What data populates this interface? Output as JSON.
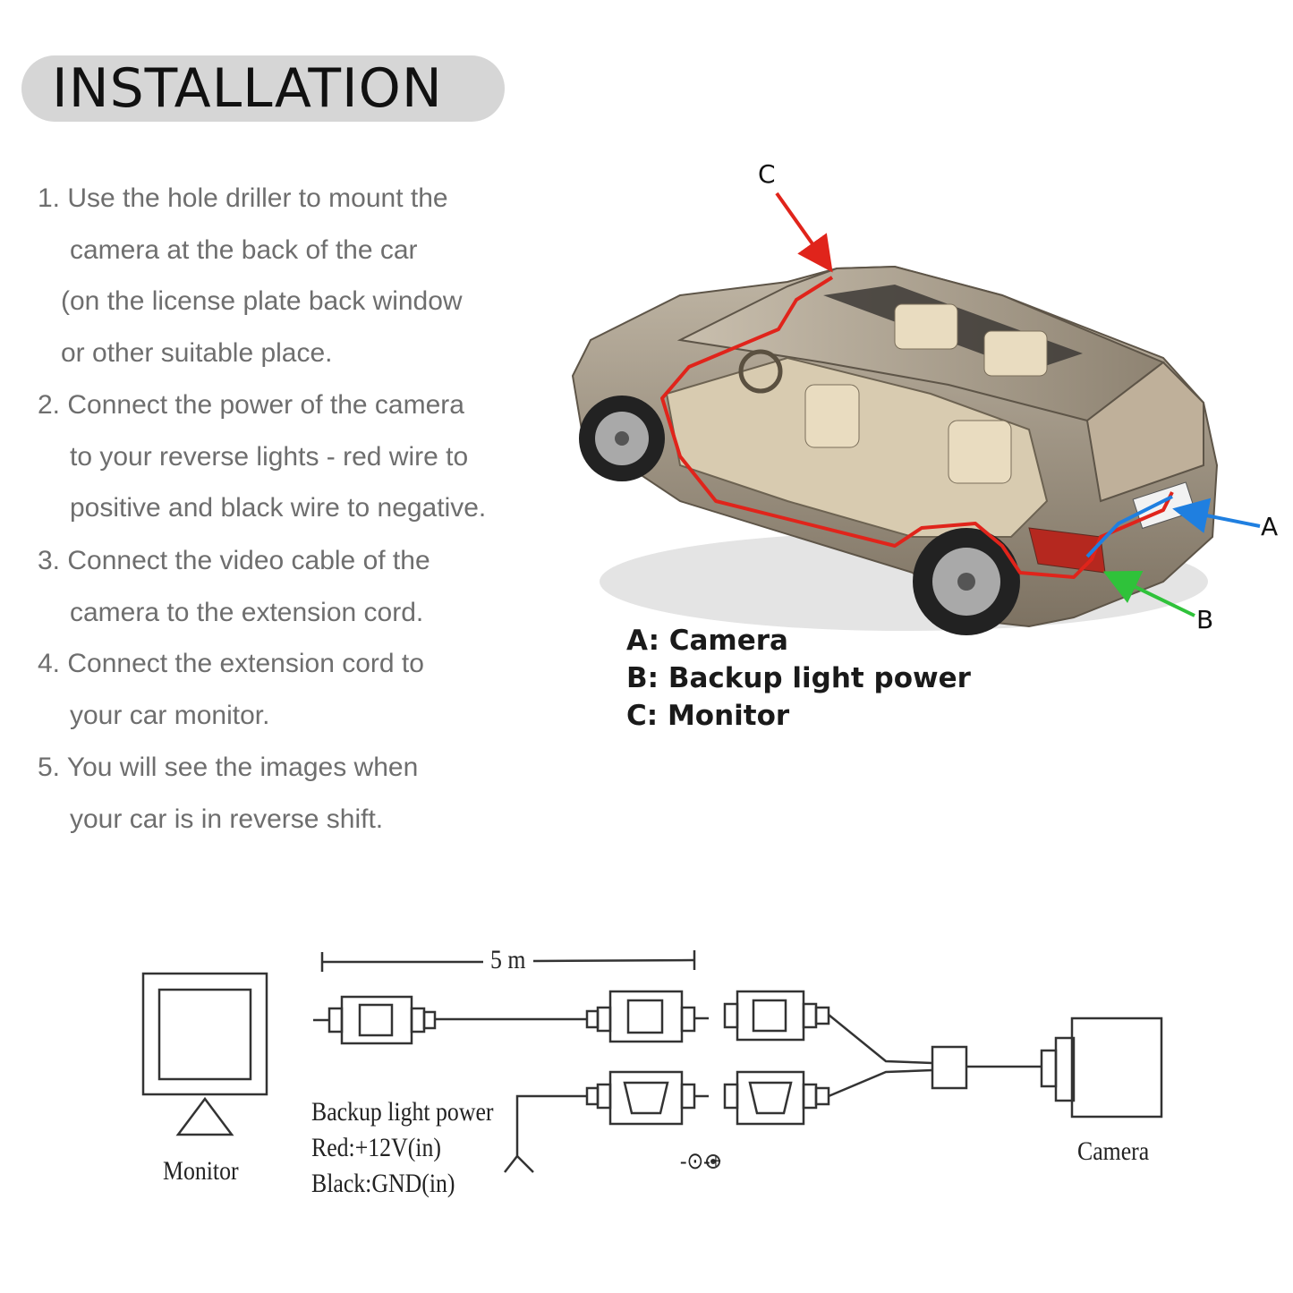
{
  "header": {
    "title": "INSTALLATION"
  },
  "steps": [
    "1. Use the hole driller to mount the",
    "camera at the back of the car",
    "(on the license plate back window",
    "or other suitable place.",
    "2. Connect the power of the camera",
    "to your reverse lights - red wire to",
    "positive and black wire to negative.",
    "3. Connect the video cable of the",
    "camera to the extension cord.",
    "4. Connect the extension cord to",
    "your car monitor.",
    "5. You will see the images when",
    "your car is in reverse shift."
  ],
  "car_diagram": {
    "callouts": {
      "a": "A",
      "b": "B",
      "c": "C"
    },
    "legend": [
      "A: Camera",
      "B: Backup light power",
      "C: Monitor"
    ],
    "colors": {
      "wire": "#e0241b",
      "camera_arrow": "#1f7fe0",
      "power_arrow": "#2fc23a",
      "monitor_arrow": "#e0241b"
    }
  },
  "wiring_diagram": {
    "length_label": "5 m",
    "monitor_label": "Monitor",
    "power_labels": [
      "Backup light power",
      "Red:+12V(in)",
      "Black:GND(in)"
    ],
    "dc_label": "-⊙-+",
    "camera_label": "Camera"
  }
}
